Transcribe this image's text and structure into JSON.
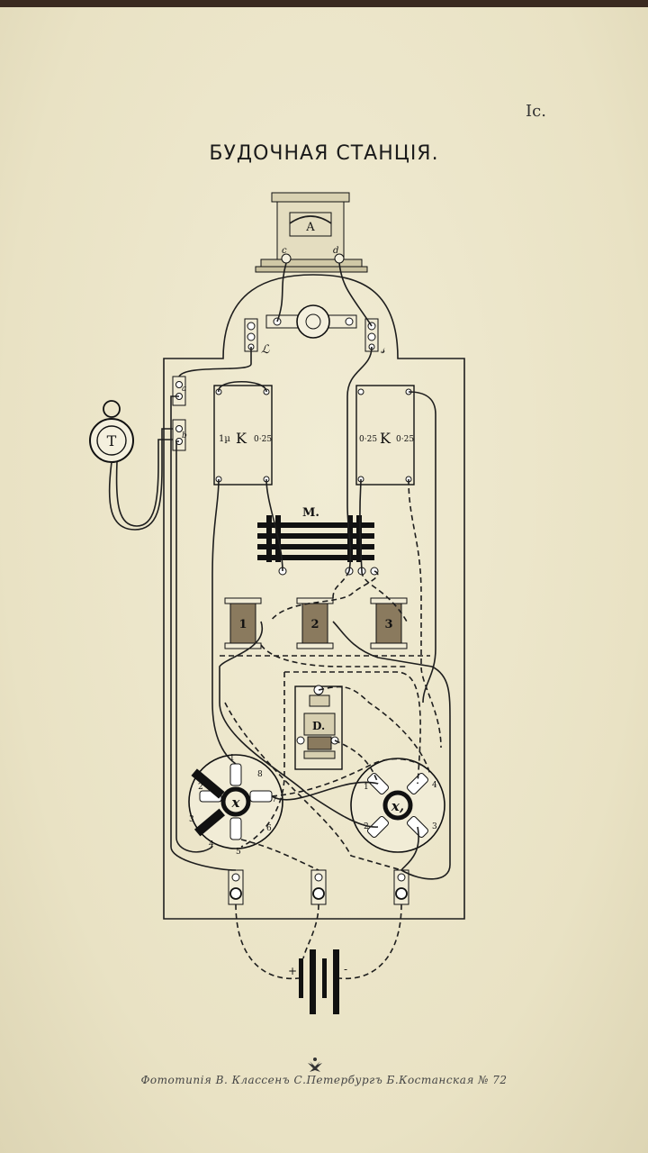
{
  "page": {
    "corner_mark": "Ic.",
    "title": "БУДОЧНАЯ СТАНЦІЯ.",
    "footer": "Фототипія В. Классенъ С.Петербургъ Б.Костанская № 72"
  },
  "diagram": {
    "meter_label": "A",
    "meter_terminal_left": "c",
    "meter_terminal_right": "d",
    "telephone_label": "T",
    "switch_left_label": "ℒ",
    "switch_right_label": "𝓈",
    "side_terminal_a": "a",
    "side_terminal_b": "b",
    "condenser_left_label": "K",
    "condenser_left_val_a": "1µ",
    "condenser_left_val_b": "0·25",
    "condenser_right_label": "K",
    "condenser_right_val_a": "0·25",
    "condenser_right_val_b": "0·25",
    "magnet_label": "M.",
    "coil_1": "1",
    "coil_2": "2",
    "coil_3": "3",
    "relay_label": "D.",
    "commutator_left_label": "x",
    "commutator_right_label": "x,",
    "left_contacts": [
      "1",
      "2",
      "3",
      "4",
      "5",
      "6",
      "7",
      "8"
    ],
    "right_contacts": [
      "1",
      "2",
      "3",
      "4"
    ],
    "battery_plus": "+",
    "battery_minus": "-"
  },
  "colors": {
    "paper": "#ece6cb",
    "ink": "#1e1e1e",
    "background": "#3a2a20"
  }
}
